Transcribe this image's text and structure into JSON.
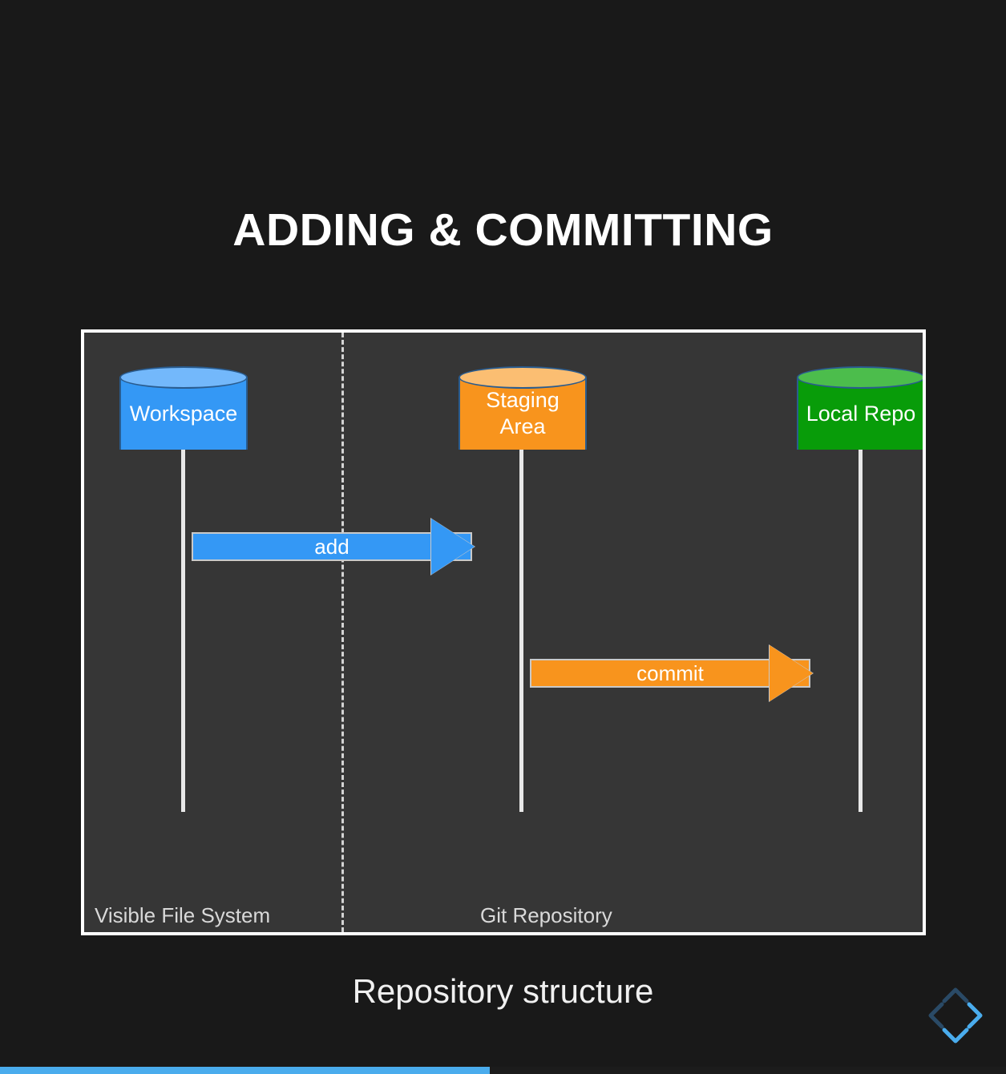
{
  "slide": {
    "title": "ADDING & COMMITTING",
    "caption": "Repository structure",
    "background_color": "#191919"
  },
  "diagram": {
    "panel_color": "#363636",
    "border_color": "#ffffff",
    "nodes": [
      {
        "id": "workspace",
        "label": "Workspace",
        "color": "#3498f5",
        "top_color": "#73b8fb",
        "zone": "Visible File System"
      },
      {
        "id": "staging",
        "label": "Staging\nArea",
        "color": "#f8941d",
        "top_color": "#fbbe72",
        "zone": "Git Repository"
      },
      {
        "id": "local-repo",
        "label": "Local Repo",
        "color": "#089c09",
        "top_color": "#4cbd4c",
        "zone": "Git Repository"
      }
    ],
    "arrows": [
      {
        "id": "add",
        "label": "add",
        "color": "#3498f5",
        "from": "workspace",
        "to": "staging"
      },
      {
        "id": "commit",
        "label": "commit",
        "color": "#f8941d",
        "from": "staging",
        "to": "local-repo"
      }
    ],
    "zones": [
      {
        "id": "visible-file-system",
        "label": "Visible File System"
      },
      {
        "id": "git-repository",
        "label": "Git Repository"
      }
    ]
  },
  "logo": {
    "icon": "diamond-chevrons-logo",
    "color_dim": "#2a4a66",
    "color_bright": "#4aaced"
  },
  "progress": {
    "percent": 48.7,
    "fill_color": "#4aaced",
    "track_color": "#1c1c1c"
  }
}
